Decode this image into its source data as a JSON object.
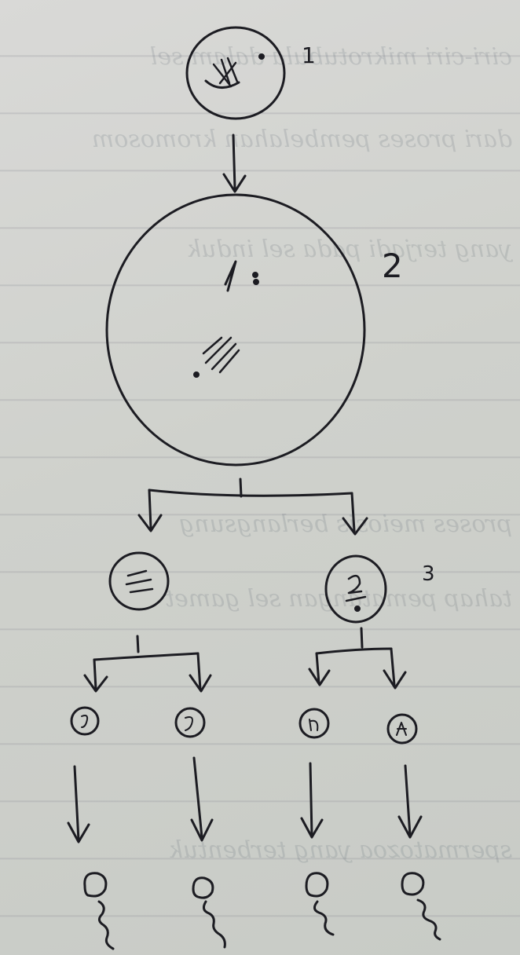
{
  "labels": {
    "stage1": "1",
    "stage2": "2",
    "stage3": "3"
  },
  "colors": {
    "ink": "#1c1c22",
    "paper": "#d3d5d0",
    "ruled_line": "#8c8c96"
  },
  "structure": {
    "stage1_cells": 1,
    "stage2_cells": 1,
    "stage3_cells": 2,
    "stage4_cells": 4,
    "final_sperm": 4
  }
}
